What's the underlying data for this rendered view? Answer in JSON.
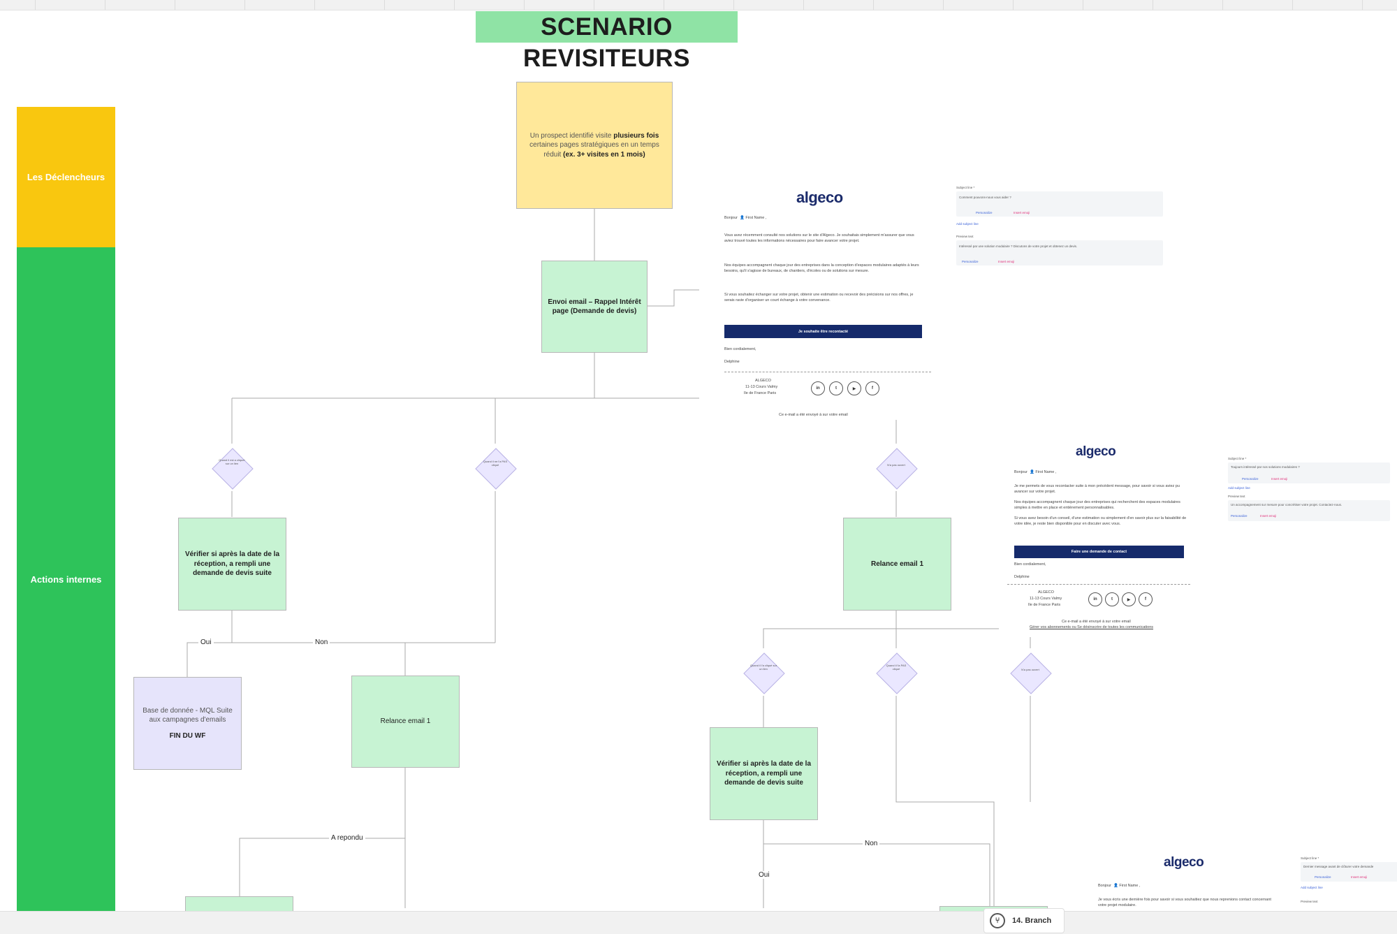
{
  "title": "SCENARIO REVISITEURS",
  "lanes": {
    "triggers": "Les Déclencheurs",
    "actions": "Actions internes"
  },
  "nodes": {
    "trigger": {
      "before": "Un prospect identifié visite ",
      "strong1": "plusieurs fois",
      "middle": " certaines pages stratégiques en un temps réduit ",
      "strong2": "(ex. 3+ visites en 1 mois)"
    },
    "send_email": "Envoi email – Rappel Intérêt page (Demande de devis)",
    "verify_left": "Vérifier si après la date de la réception, a rempli une demande de devis suite",
    "base_data": "Base de donnée - MQL Suite aux campagnes d'emails",
    "end_wf": "FIN DU WF",
    "relance_left": "Relance email 1",
    "relance_right": "Relance email 1",
    "verify_right": "Vérifier si après la date de la réception, a rempli une demande de devis suite"
  },
  "diamonds": {
    "d1": "Quand il est a cliquer sur un lien",
    "d2": "Quand il ne l'a PAS cliqué",
    "d3": "N'a pas ouvert",
    "d4": "Quand il l'a cliqué sur un lien",
    "d5": "Quand il l'a PAS cliqué",
    "d6": "N'a pas ouvert"
  },
  "edge_labels": {
    "oui_left": "Oui",
    "non_left": "Non",
    "a_repondu": "A repondu",
    "non_right": "Non",
    "oui_right": "Oui"
  },
  "email1": {
    "logo": "algeco",
    "greeting": "Bonjour",
    "first_name": "First Name",
    "p1": "Vous avez récemment consulté nos solutions sur le site d'Algeco. Je souhaitais simplement m'assurer que vous aviez trouvé toutes les informations nécessaires pour faire avancer votre projet.",
    "p2": "Nos équipes accompagnent chaque jour des entreprises dans la conception d'espaces modulaires adaptés à leurs besoins, qu'il s'agisse de bureaux, de chantiers, d'écoles ou de solutions sur mesure.",
    "p3": "Si vous souhaitez échanger sur votre projet, obtenir une estimation ou recevoir des précisions sur nos offres, je serais ravie d'organiser un court échange à votre convenance.",
    "cta": "Je souhaite être recontacté",
    "closing": "Bien cordialement,",
    "signature": "Delphine",
    "company": "ALGECO",
    "address1": "11-13 Cours Valmy",
    "address2": "Ile de France Paris",
    "footer": "Ce e-mail a été envoyé à sur votre email"
  },
  "panel1": {
    "subject_label": "Subject line *",
    "subject": "Comment pouvons-nous vous aider ?",
    "personalize": "Personalize",
    "emoji": "Insert emoji",
    "add_subject": "Add subject line",
    "preview_label": "Preview text",
    "preview": "Intéressé par une solution modulaire ? Discutons de votre projet et obtenez un devis."
  },
  "email2": {
    "logo": "algeco",
    "greeting": "Bonjour",
    "first_name": "First Name",
    "p1": "Je me permets de vous recontacter suite à mon précédent message, pour savoir si vous aviez pu avancer sur votre projet.",
    "p2": "Nos équipes accompagnent chaque jour des entreprises qui recherchent des espaces modulaires simples à mettre en place et entièrement personnalisables.",
    "p3": "Si vous avez besoin d'un conseil, d'une estimation ou simplement d'en savoir plus sur la faisabilité de votre idée, je reste bien disponible pour en discuter avec vous.",
    "cta": "Faire une demande de contact",
    "closing": "Bien cordialement,",
    "signature": "Delphine",
    "company": "ALGECO",
    "address1": "11-13 Cours Valmy",
    "address2": "Ile de France Paris",
    "footer": "Ce e-mail a été envoyé à sur votre email",
    "unsubscribe": "Gérer vos abonnements ou Se désinscrire de toutes les communications"
  },
  "panel2": {
    "subject_label": "Subject line *",
    "subject": "Toujours intéressé par nos solutions modulaires ?",
    "personalize": "Personalize",
    "emoji": "Insert emoji",
    "add_subject": "Add subject line",
    "preview_label": "Preview text",
    "preview": "Un accompagnement sur mesure pour concrétiser votre projet. Contactez-nous."
  },
  "email3": {
    "logo": "algeco",
    "greeting": "Bonjour",
    "first_name": "First Name",
    "p1": "Je vous écris une dernière fois pour savoir si vous souhaitiez que nous reprenions contact concernant votre projet modulaire."
  },
  "panel3": {
    "subject_label": "Subject line *",
    "subject": "Dernier message avant de clôturer votre demande",
    "personalize": "Personalize",
    "emoji": "Insert emoji",
    "add_subject": "Add subject line",
    "preview_label": "Preview text"
  },
  "branch": {
    "label": "14. Branch"
  },
  "colors": {
    "title_bg": "#8fe3a5",
    "trigger_lane": "#f9c70f",
    "action_lane": "#2ec35a",
    "yellow_box": "#ffe89a",
    "green_box": "#c7f3d3",
    "purple_box": "#e6e4fb",
    "cta": "#152a6b"
  }
}
